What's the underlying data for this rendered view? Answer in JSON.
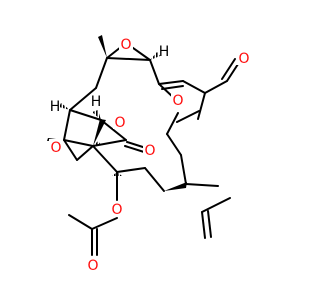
{
  "structure": {
    "label_color": "#ff0d0d",
    "bond_color": "#000000",
    "atoms": [
      {
        "name": "epoxide-top-oxygen",
        "text": "O"
      },
      {
        "name": "furan-oxygen",
        "text": "O"
      },
      {
        "name": "aldehyde-oxygen",
        "text": "O"
      },
      {
        "name": "lactone-ring-oxygen",
        "text": "O"
      },
      {
        "name": "lactone-carbonyl-oxygen",
        "text": "O"
      },
      {
        "name": "epoxide-left-oxygen",
        "text": "O"
      },
      {
        "name": "ester-oxygen",
        "text": "O"
      },
      {
        "name": "acetyl-carbonyl-oxygen",
        "text": "O"
      }
    ],
    "stereo_markers": [
      {
        "name": "stereo-center-h1",
        "text": "H"
      },
      {
        "name": "stereo-center-h2",
        "text": "H"
      },
      {
        "name": "stereo-center-h3",
        "text": "H"
      }
    ]
  }
}
